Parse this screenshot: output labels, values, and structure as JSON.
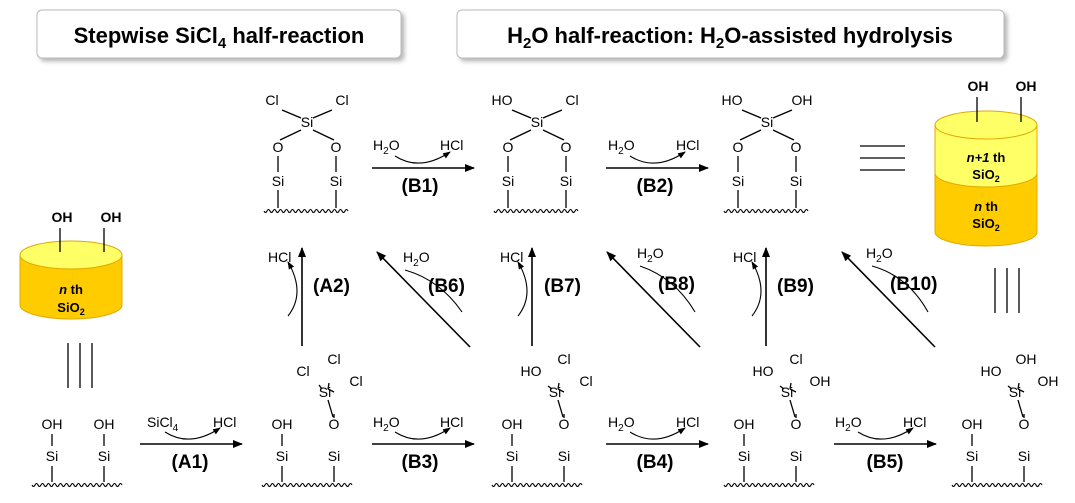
{
  "colors": {
    "cylinder_top": "#ffff66",
    "cylinder_body": "#ffcc00",
    "cylinder_edge": "#e0a800",
    "header_bg": "#ffffff"
  },
  "headers": {
    "left": {
      "pre": "Stepwise SiCl",
      "sub": "4",
      "post": " half-reaction"
    },
    "right": {
      "h2o_pre": "H",
      "h2o_sub": "2",
      "mid": "O half-reaction: H",
      "sub2": "2",
      "post": "O-assisted hydrolysis"
    }
  },
  "labels": {
    "A1": "(A1)",
    "A2": "(A2)",
    "B1": "(B1)",
    "B2": "(B2)",
    "B3": "(B3)",
    "B4": "(B4)",
    "B5": "(B5)",
    "B6": "(B6)",
    "B7": "(B7)",
    "B8": "(B8)",
    "B9": "(B9)",
    "B10": "(B10)"
  },
  "reagents": {
    "h2o_h": "H",
    "h2o_sub": "2",
    "h2o_o": "O",
    "hcl": "HCl",
    "sicl4_pre": "SiCl",
    "sicl4_sub": "4"
  },
  "atoms": {
    "oh": "OH",
    "ho": "HO",
    "o": "O",
    "si": "Si",
    "cl": "Cl"
  },
  "cylinders": {
    "left": {
      "layer_n": "n",
      "layer_suffix": " th",
      "sio": "SiO",
      "sio_sub": "2"
    },
    "right_top": {
      "layer_n": "n+1",
      "layer_suffix": " th",
      "sio": "SiO",
      "sio_sub": "2"
    },
    "right_bottom": {
      "layer_n": "n",
      "layer_suffix": " th",
      "sio": "SiO",
      "sio_sub": "2"
    }
  }
}
